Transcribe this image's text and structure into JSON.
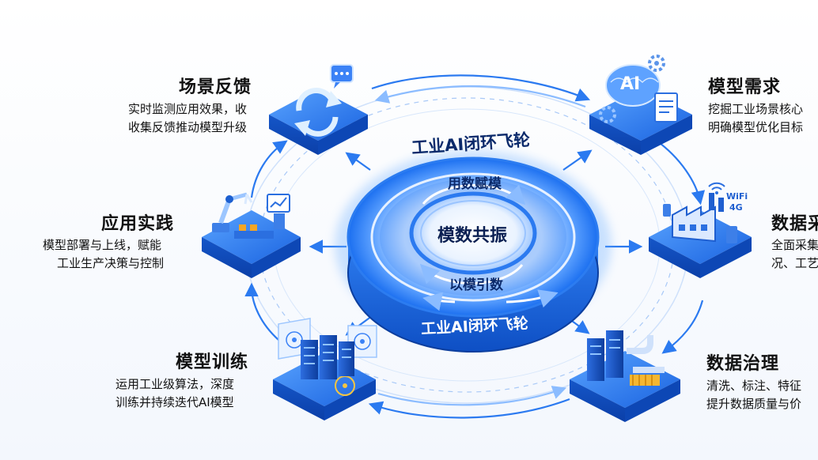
{
  "center": {
    "top_arc_label": "工业AI闭环飞轮",
    "bottom_arc_label": "工业AI闭环飞轮",
    "outer_ring_top": "用数赋模",
    "core": "模数共振",
    "outer_ring_bottom": "以模引数"
  },
  "nodes": {
    "feedback": {
      "title": "场景反馈",
      "line1": "实时监测应用效果，收",
      "line2": "收集反馈推动模型升级"
    },
    "demand": {
      "title": "模型需求",
      "line1": "挖掘工业场景核心",
      "line2": "明确模型优化目标",
      "icon_text": "AI"
    },
    "practice": {
      "title": "应用实践",
      "line1": "模型部署与上线，赋能",
      "line2": "工业生产决策与控制"
    },
    "collection": {
      "title": "数据采",
      "line1": "全面采集",
      "line2": "况、工艺",
      "icon_text_1": "WiFi",
      "icon_text_2": "4G"
    },
    "training": {
      "title": "模型训练",
      "line1": "运用工业级算法，深度",
      "line2": "训练并持续迭代AI模型"
    },
    "governance": {
      "title": "数据治理",
      "line1": "清洗、标注、特征",
      "line2": "提升数据质量与价"
    }
  },
  "colors": {
    "primary": "#1a6ff0",
    "light": "#7fb6ff",
    "dark": "#0b3fa8",
    "text": "#111111"
  },
  "icons": [
    "refresh-icon",
    "chat-bubble-icon",
    "ai-brain-icon",
    "gear-icon",
    "document-icon",
    "robot-arm-icon",
    "monitor-icon",
    "factory-icon",
    "wifi-icon",
    "server-rack-icon",
    "neural-network-icon",
    "pipe-icon"
  ]
}
